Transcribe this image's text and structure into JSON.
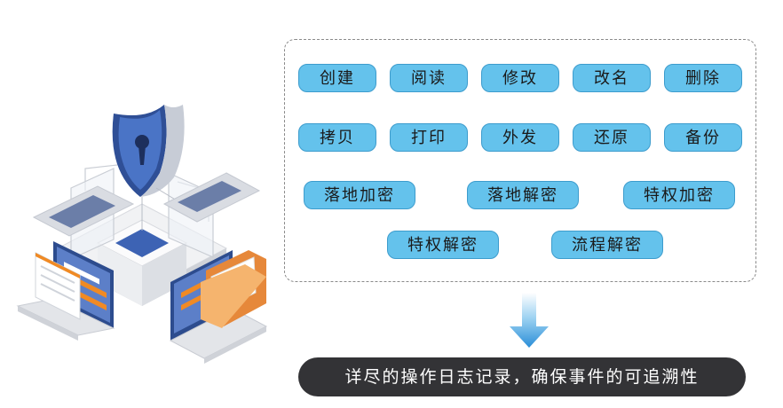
{
  "operations": {
    "row1": [
      "创建",
      "阅读",
      "修改",
      "改名",
      "删除"
    ],
    "row2": [
      "拷贝",
      "打印",
      "外发",
      "还原",
      "备份"
    ],
    "row3": [
      "落地加密",
      "落地解密",
      "特权加密"
    ],
    "row4": [
      "特权解密",
      "流程解密"
    ]
  },
  "banner": {
    "text": "详尽的操作日志记录，确保事件的可追溯性"
  },
  "colors": {
    "tag_fill": "#64c2ec",
    "tag_border": "#3d9ccd",
    "banner_bg": "#333336",
    "shield": "#3f67b8",
    "folder": "#f2a65a",
    "accent_orange": "#f08a24"
  }
}
